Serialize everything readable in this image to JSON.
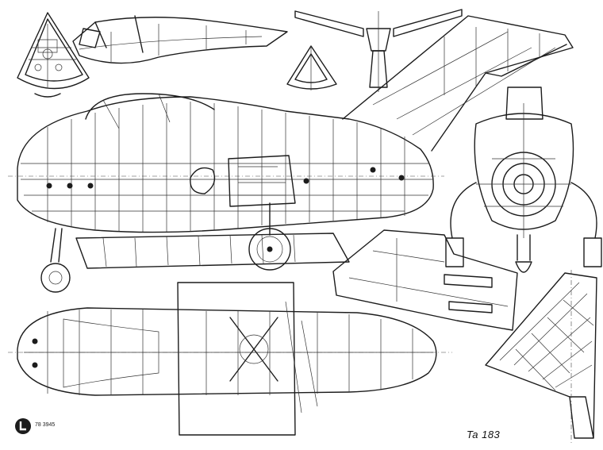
{
  "drawing": {
    "designation": "Ta 183",
    "publisher_code": "78 3945",
    "views": [
      "cockpit-front-section",
      "canopy-side-view",
      "tail-front-view",
      "tail-small-section",
      "main-side-view",
      "nose-front-view",
      "upper-fin-plan",
      "fuselage-plan-view",
      "wing-plan-view"
    ]
  }
}
